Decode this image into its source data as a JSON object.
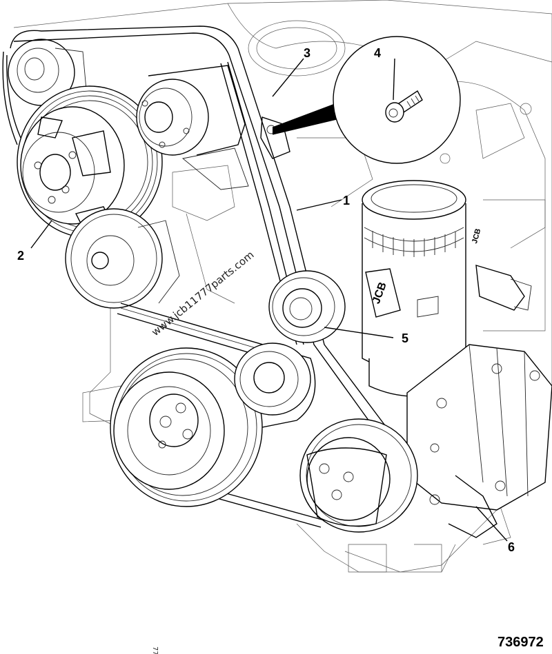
{
  "diagram": {
    "figure_number": "736972",
    "watermark": "www.jcb11777parts.com",
    "corner_mark": "77",
    "callouts": [
      {
        "id": "belt",
        "label": "1"
      },
      {
        "id": "crank-pulley",
        "label": "2"
      },
      {
        "id": "tensioner",
        "label": "3"
      },
      {
        "id": "bolt",
        "label": "4"
      },
      {
        "id": "idler-pulley",
        "label": "5"
      },
      {
        "id": "compressor-bracket",
        "label": "6"
      }
    ],
    "decals": {
      "filter_brand": "JCB",
      "side_brand": "JCB"
    }
  }
}
